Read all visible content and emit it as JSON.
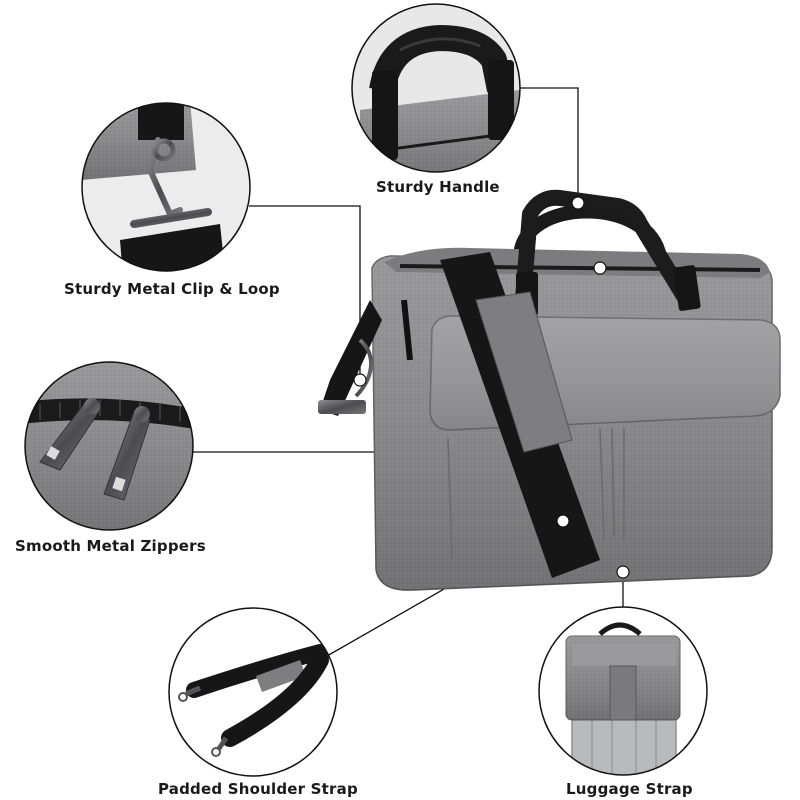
{
  "callouts": {
    "handle": "Sturdy Handle",
    "clip": "Sturdy Metal Clip & Loop",
    "zippers": "Smooth Metal Zippers",
    "strap": "Padded Shoulder Strap",
    "luggage": "Luggage Strap"
  },
  "colors": {
    "fabric": "#8a8a8c",
    "fabric_dark": "#6e6e70",
    "fabric_light": "#a3a3a5",
    "webbing": "#141414",
    "leather": "#1c1c1c",
    "metal": "#5a5a5e",
    "line": "#111111"
  }
}
